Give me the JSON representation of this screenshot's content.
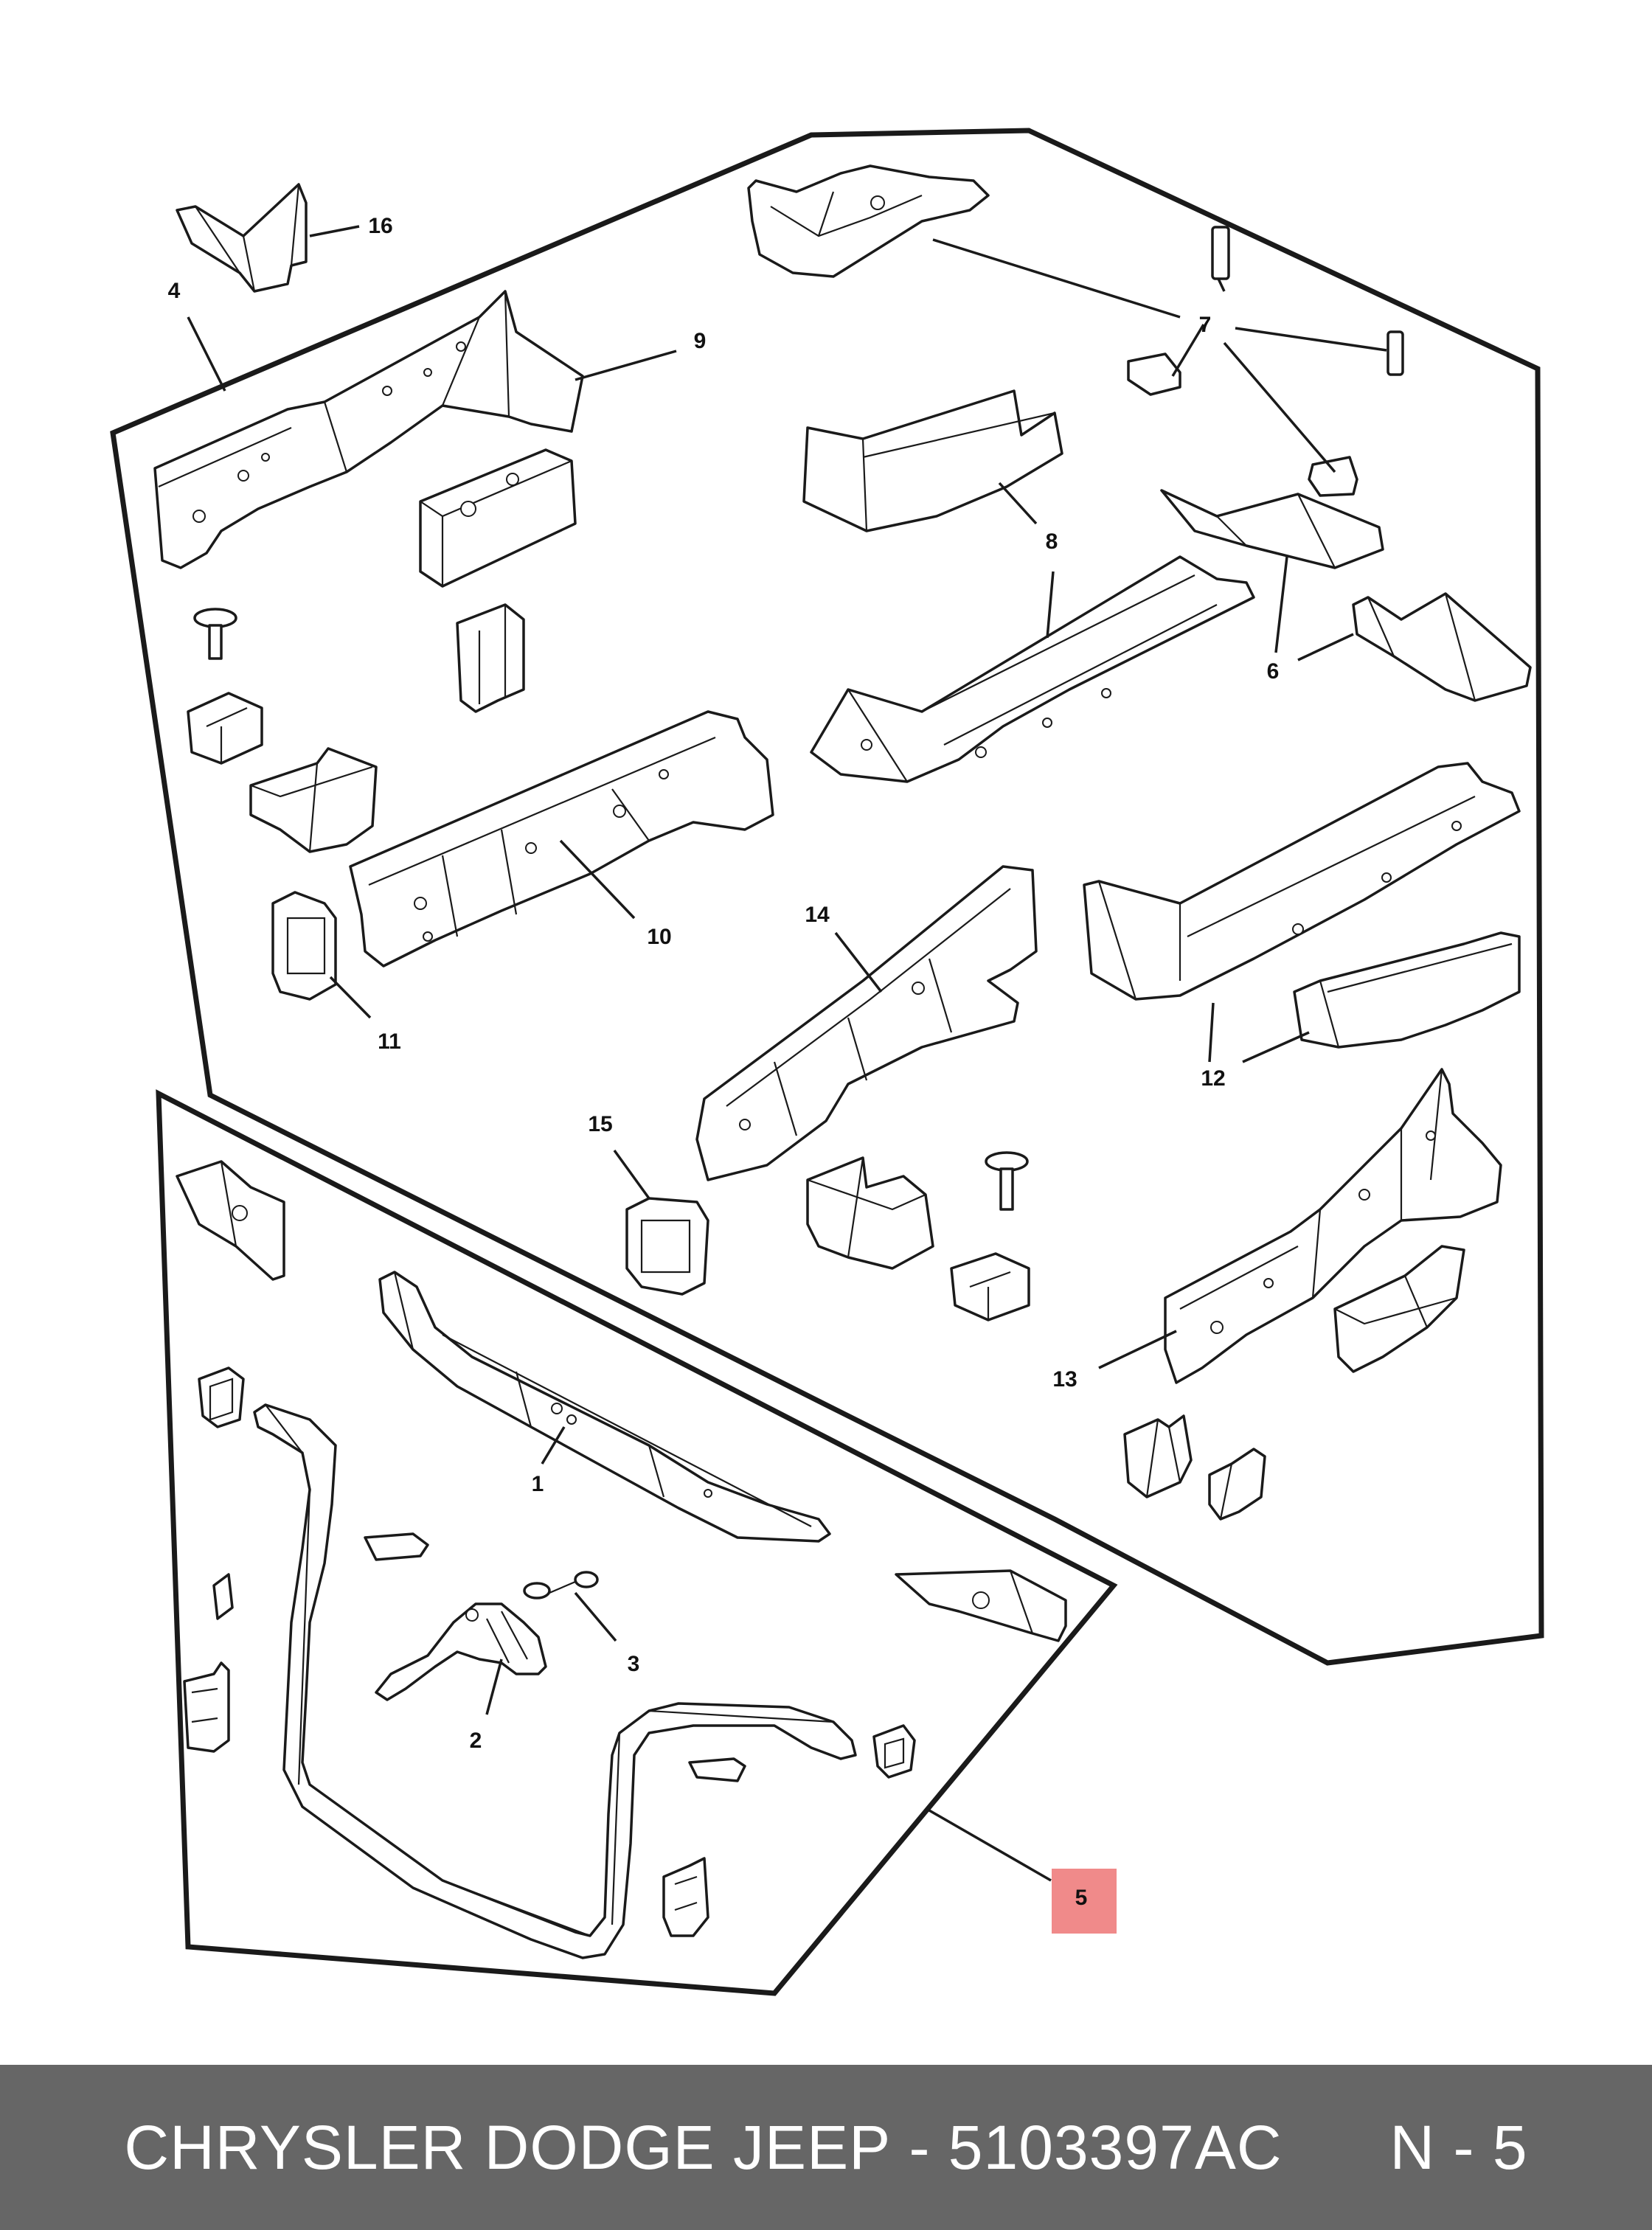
{
  "callouts": {
    "c1": "1",
    "c2": "2",
    "c3": "3",
    "c4": "4",
    "c5": "5",
    "c6": "6",
    "c7": "7",
    "c8": "8",
    "c9": "9",
    "c10": "10",
    "c11": "11",
    "c12": "12",
    "c13": "13",
    "c14": "14",
    "c15": "15",
    "c16": "16"
  },
  "highlighted_callout": "5",
  "colors": {
    "highlight": "#f08a8a",
    "footer_background": "#666666",
    "footer_text": "#ffffff",
    "line": "#1a1a1a"
  },
  "footer": {
    "brand": "CHRYSLER DODGE JEEP",
    "separator": "-",
    "part_number": "5103397AC",
    "position": "N - 5"
  }
}
